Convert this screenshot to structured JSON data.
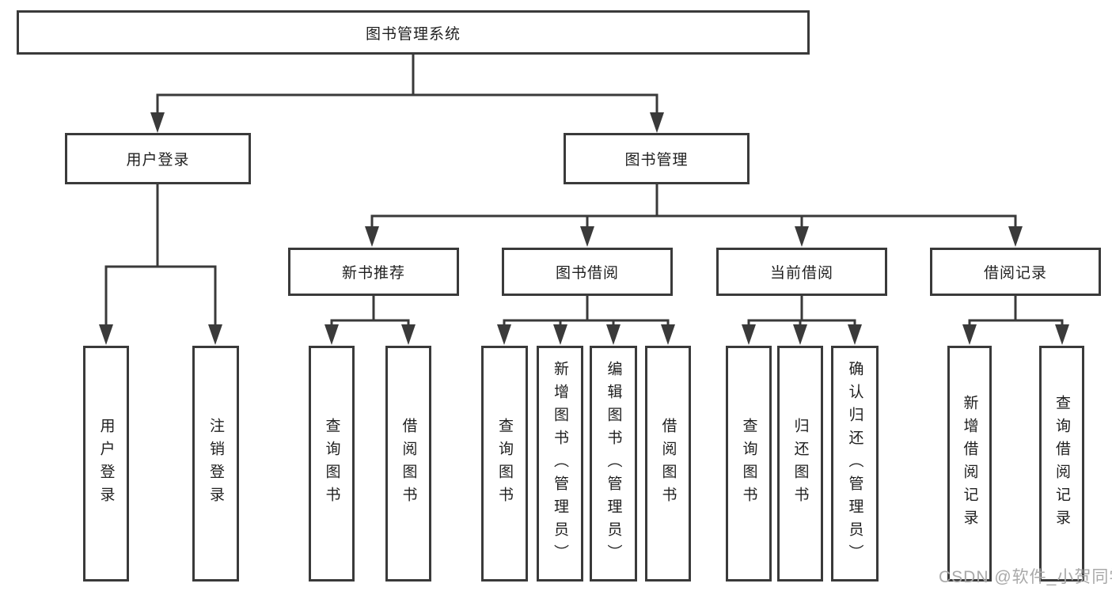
{
  "tree": {
    "root": {
      "label": "图书管理系统"
    },
    "level2": [
      {
        "label": "用户登录",
        "children": [
          {
            "label": "用户登录"
          },
          {
            "label": "注销登录"
          }
        ]
      },
      {
        "label": "图书管理",
        "children": [
          {
            "label": "新书推荐",
            "children": [
              {
                "label": "查询图书"
              },
              {
                "label": "借阅图书"
              }
            ]
          },
          {
            "label": "图书借阅",
            "children": [
              {
                "label": "查询图书"
              },
              {
                "label": "新增图书（管理员）"
              },
              {
                "label": "编辑图书（管理员）"
              },
              {
                "label": "借阅图书"
              }
            ]
          },
          {
            "label": "当前借阅",
            "children": [
              {
                "label": "查询图书"
              },
              {
                "label": "归还图书"
              },
              {
                "label": "确认归还（管理员）"
              }
            ]
          },
          {
            "label": "借阅记录",
            "children": [
              {
                "label": "新增借阅记录"
              },
              {
                "label": "查询借阅记录"
              }
            ]
          }
        ]
      }
    ]
  },
  "watermark": {
    "text": "CSDN @软件_小贺同学"
  },
  "colors": {
    "line": "#3a3a3a",
    "text": "#1f1f1f",
    "watermark": "#a9a9a9",
    "background": "#ffffff"
  }
}
